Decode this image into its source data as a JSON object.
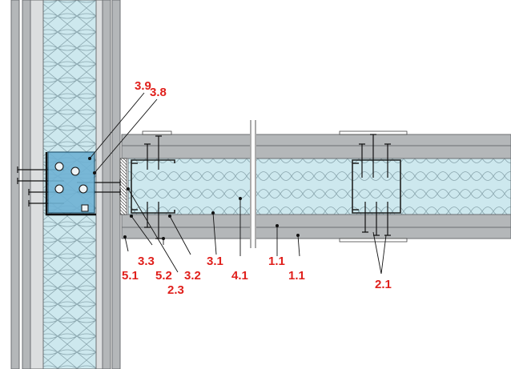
{
  "colors": {
    "board": "#b4b7b9",
    "board_edge": "#6c6f72",
    "insulation": "#cde8ee",
    "insulation_line": "#8aa6ae",
    "bracket": "#6fb2d4",
    "label": "#e0201c",
    "leader": "#111111"
  },
  "callouts": [
    {
      "id": "3.9"
    },
    {
      "id": "3.8"
    },
    {
      "id": "3.3"
    },
    {
      "id": "5.1"
    },
    {
      "id": "5.2"
    },
    {
      "id": "3.2"
    },
    {
      "id": "2.3"
    },
    {
      "id": "3.1"
    },
    {
      "id": "4.1"
    },
    {
      "id": "1.1"
    },
    {
      "id": "1.1"
    },
    {
      "id": "2.1"
    }
  ]
}
